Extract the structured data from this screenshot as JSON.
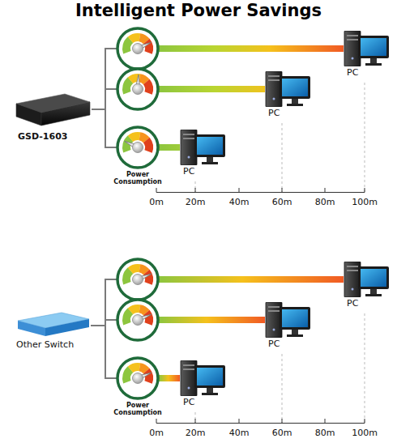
{
  "diagram": {
    "title": "Intelligent Power Savings",
    "nodes": [
      {
        "text": [
          "GSD-1603"
        ]
      },
      {
        "text": [
          "PC"
        ]
      },
      {
        "text": [
          "PC"
        ]
      },
      {
        "text": [
          "PC"
        ]
      },
      {
        "text": [
          "Other Switch"
        ]
      },
      {
        "text": [
          "PC"
        ]
      },
      {
        "text": [
          "PC"
        ]
      },
      {
        "text": [
          "PC"
        ]
      }
    ],
    "edges": [
      {
        "from": 0,
        "to": 1,
        "arrow": "none"
      },
      {
        "from": 0,
        "to": 2,
        "arrow": "none"
      },
      {
        "from": 0,
        "to": 3,
        "arrow": "none"
      },
      {
        "from": 4,
        "to": 5,
        "arrow": "none"
      },
      {
        "from": 4,
        "to": 6,
        "arrow": "none"
      },
      {
        "from": 4,
        "to": 7,
        "arrow": "none"
      }
    ],
    "labels": [
      "Power Consumption",
      "0m",
      "20m",
      "40m",
      "60m",
      "80m",
      "100m",
      "Power Consumption",
      "0m",
      "20m",
      "40m",
      "60m",
      "80m",
      "100m"
    ]
  }
}
